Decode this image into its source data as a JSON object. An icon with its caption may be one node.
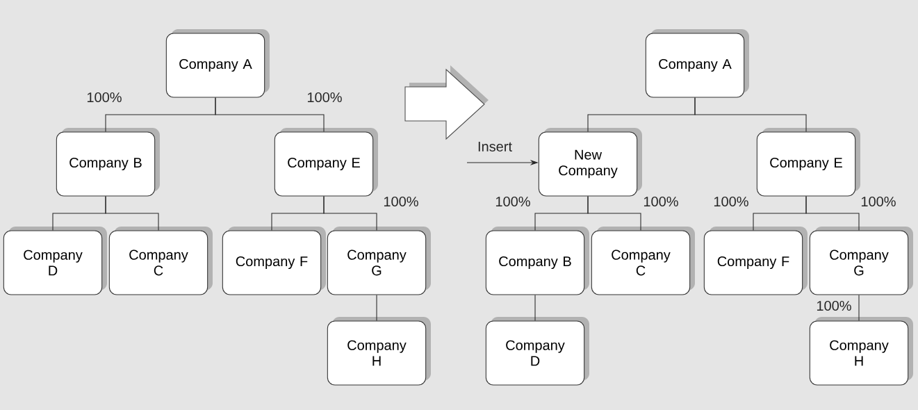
{
  "diagram": {
    "nodes": [
      {
        "text": [
          "Company A"
        ]
      },
      {
        "text": [
          "Company B"
        ]
      },
      {
        "text": [
          "Company E"
        ]
      },
      {
        "text": [
          "Company D"
        ]
      },
      {
        "text": [
          "Company C"
        ]
      },
      {
        "text": [
          "Company F"
        ]
      },
      {
        "text": [
          "Company G"
        ]
      },
      {
        "text": [
          "Company H"
        ]
      },
      {
        "text": [
          "Company A"
        ]
      },
      {
        "text": [
          "New Company"
        ]
      },
      {
        "text": [
          "Company E"
        ]
      },
      {
        "text": [
          "Company B"
        ]
      },
      {
        "text": [
          "Company C"
        ]
      },
      {
        "text": [
          "Company F"
        ]
      },
      {
        "text": [
          "Company G"
        ]
      },
      {
        "text": [
          "Company D"
        ]
      },
      {
        "text": [
          "Company H"
        ]
      }
    ],
    "edges": [
      {
        "from": 0,
        "to": 1,
        "arrow": "none",
        "label": "100%"
      },
      {
        "from": 0,
        "to": 2,
        "arrow": "none",
        "label": "100%"
      },
      {
        "from": 1,
        "to": 3,
        "arrow": "none"
      },
      {
        "from": 1,
        "to": 4,
        "arrow": "none"
      },
      {
        "from": 2,
        "to": 5,
        "arrow": "none"
      },
      {
        "from": 2,
        "to": 6,
        "arrow": "none",
        "label": "100%"
      },
      {
        "from": 6,
        "to": 7,
        "arrow": "none"
      },
      {
        "from": null,
        "to": 9,
        "arrow": "to",
        "label": "Insert"
      },
      {
        "from": 8,
        "to": 9,
        "arrow": "none"
      },
      {
        "from": 8,
        "to": 10,
        "arrow": "none"
      },
      {
        "from": 9,
        "to": 11,
        "arrow": "none",
        "label": "100%"
      },
      {
        "from": 9,
        "to": 12,
        "arrow": "none",
        "label": "100%"
      },
      {
        "from": 10,
        "to": 13,
        "arrow": "none",
        "label": "100%"
      },
      {
        "from": 10,
        "to": 14,
        "arrow": "none",
        "label": "100%"
      },
      {
        "from": 11,
        "to": 15,
        "arrow": "none"
      },
      {
        "from": 14,
        "to": 16,
        "arrow": "none",
        "label": "100%"
      }
    ]
  }
}
